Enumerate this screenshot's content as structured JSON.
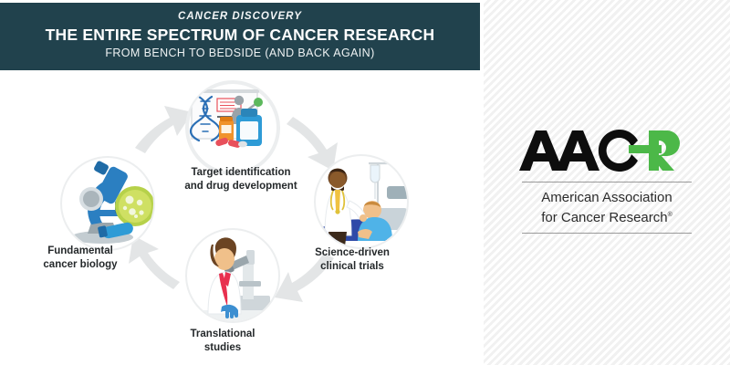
{
  "header": {
    "eyebrow": "CANCER DISCOVERY",
    "title": "THE ENTIRE SPECTRUM OF CANCER RESEARCH",
    "subtitle": "FROM BENCH TO BEDSIDE (AND BACK AGAIN)",
    "band_color": "#21424d",
    "text_color": "#ffffff"
  },
  "cycle": {
    "nodes": [
      {
        "id": "target-identification",
        "label": "Target identification\nand drug development",
        "label_line1": "Target identification",
        "label_line2": "and drug development",
        "position": "top",
        "illustration": "whiteboard-dna-pills-icon"
      },
      {
        "id": "science-driven-clinical-trials",
        "label": "Science-driven\nclinical trials",
        "label_line1": "Science-driven",
        "label_line2": "clinical trials",
        "position": "right",
        "illustration": "doctor-patient-iv-icon"
      },
      {
        "id": "translational-studies",
        "label": "Translational\nstudies",
        "label_line1": "Translational",
        "label_line2": "studies",
        "position": "bottom",
        "illustration": "scientist-microscope-icon"
      },
      {
        "id": "fundamental-cancer-biology",
        "label": "Fundamental\ncancer biology",
        "label_line1": "Fundamental",
        "label_line2": "cancer biology",
        "position": "left",
        "illustration": "microscope-petri-dish-icon"
      }
    ],
    "arrow_color": "#e2e4e5",
    "ring_color": "#e9ebec",
    "direction": "clockwise"
  },
  "logo": {
    "mark_text": "AACR",
    "mark_black_part": "AAC",
    "mark_green_part": "R",
    "black_color": "#0d0d0d",
    "green_color": "#4cb848",
    "tagline_line1": "American Association",
    "tagline_line2": "for Cancer Research",
    "trademark": "®",
    "rule_color": "#9a9a9a"
  }
}
